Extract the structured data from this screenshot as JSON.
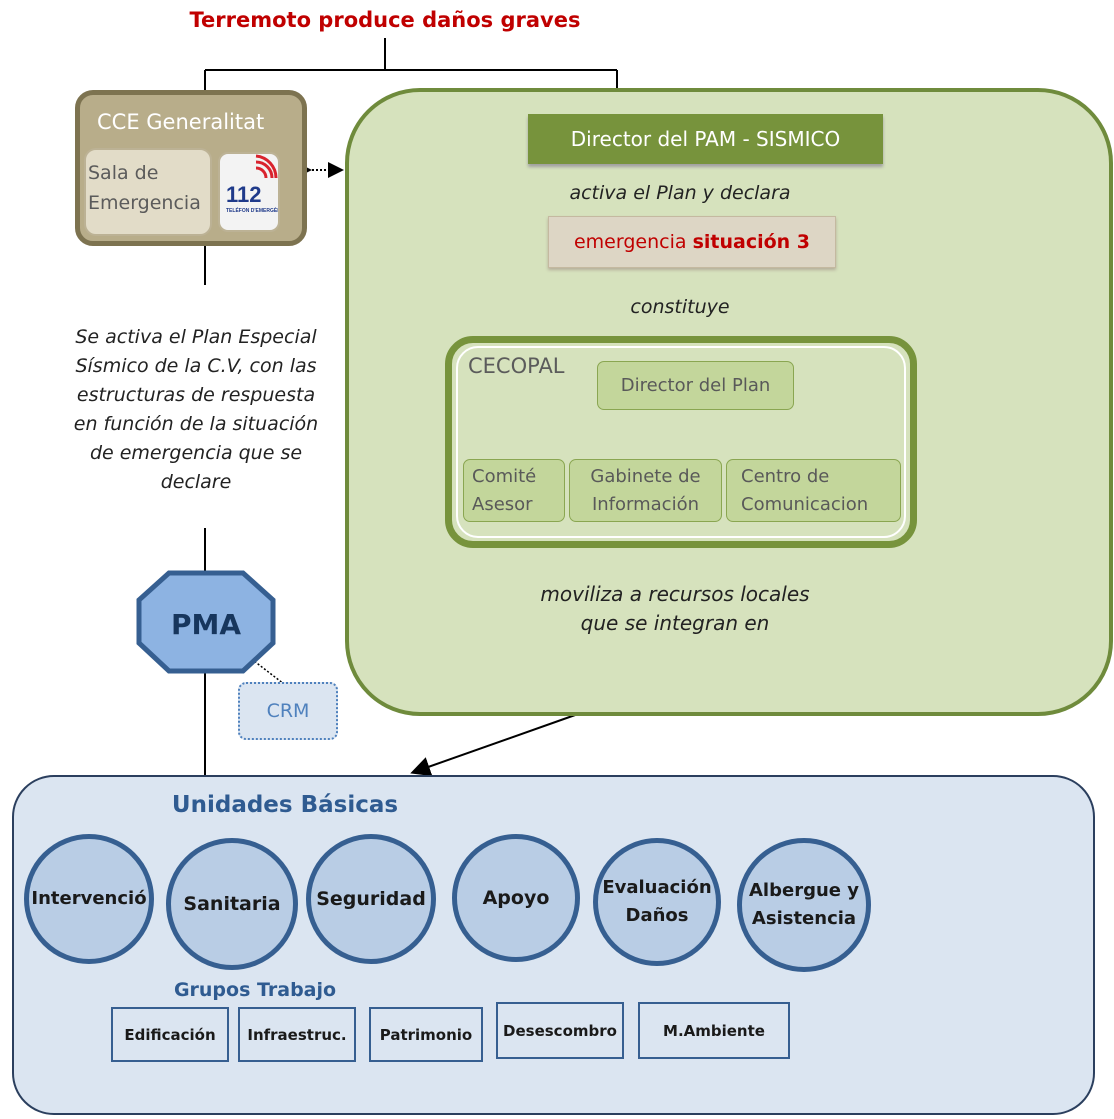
{
  "title": "Terremoto produce daños graves",
  "cce": {
    "title": "CCE Generalitat",
    "sala_label": "Sala de Emergencia",
    "logo_text": "112",
    "logo_subtext": "TELÉFON D'EMERGÈNCIES"
  },
  "pam": {
    "director": "Director del PAM - SISMICO",
    "activa_text": "activa el Plan y declara",
    "emergencia_prefix": "emergencia",
    "emergencia_situacion": "situación 3",
    "constituye_text": "constituye"
  },
  "cecopal": {
    "label": "CECOPAL",
    "director": "Director del Plan",
    "boxes": [
      "Comité Asesor",
      "Gabinete de Información",
      "Centro de Comunicacion"
    ]
  },
  "moviliza_text": "moviliza a recursos locales que se integran en",
  "se_activa_text": "Se activa el Plan Especial Sísmico de la C.V, con las estructuras de respuesta en función de la situación de emergencia que se declare",
  "pma_label": "PMA",
  "crm_label": "CRM",
  "unidades": {
    "title": "Unidades Básicas",
    "circles": [
      "Intervenció",
      "Sanitaria",
      "Seguridad",
      "Apoyo",
      "Evaluación Daños",
      "Albergue y Asistencia"
    ],
    "grupos_title": "Grupos Trabajo",
    "grupos": [
      "Edificación",
      "Infraestruc.",
      "Patrimonio",
      "Desescombro",
      "M.Ambiente"
    ]
  },
  "colors": {
    "title_red": "#c00000",
    "green_dark": "#77933c",
    "green_light": "#d6e2bd",
    "blue_dark": "#365f91",
    "blue_light": "#dbe5f1"
  }
}
